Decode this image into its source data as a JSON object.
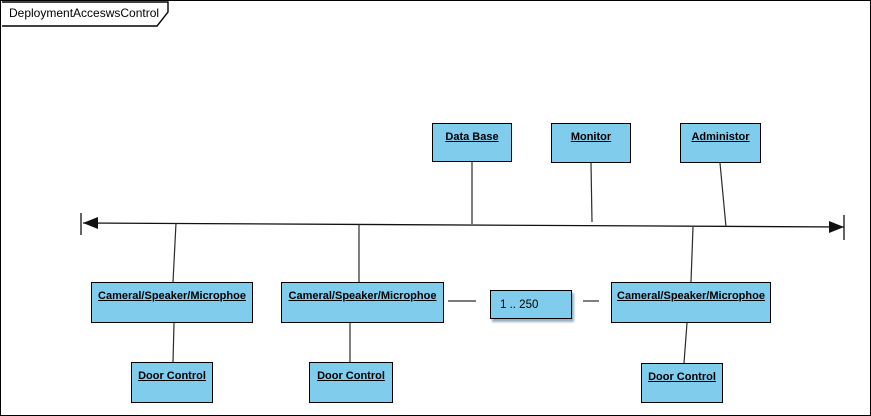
{
  "frame": {
    "title": "DeploymentAcceswsControl"
  },
  "nodes": {
    "data_base": {
      "label": "Data Base"
    },
    "monitor": {
      "label": "Monitor"
    },
    "administor": {
      "label": "Administor"
    },
    "camera1": {
      "label": "Cameral/Speaker/Microphoe"
    },
    "camera2": {
      "label": "Cameral/Speaker/Microphoe"
    },
    "camera3": {
      "label": "Cameral/Speaker/Microphoe"
    },
    "door1": {
      "label": "Door Control"
    },
    "door2": {
      "label": "Door Control"
    },
    "door3": {
      "label": "Door Control"
    }
  },
  "multiplicity": {
    "label": "1 .. 250"
  },
  "colors": {
    "node_fill": "#80CCEC",
    "node_border": "#000000",
    "line": "#222222",
    "background": "#FFFFFF"
  }
}
